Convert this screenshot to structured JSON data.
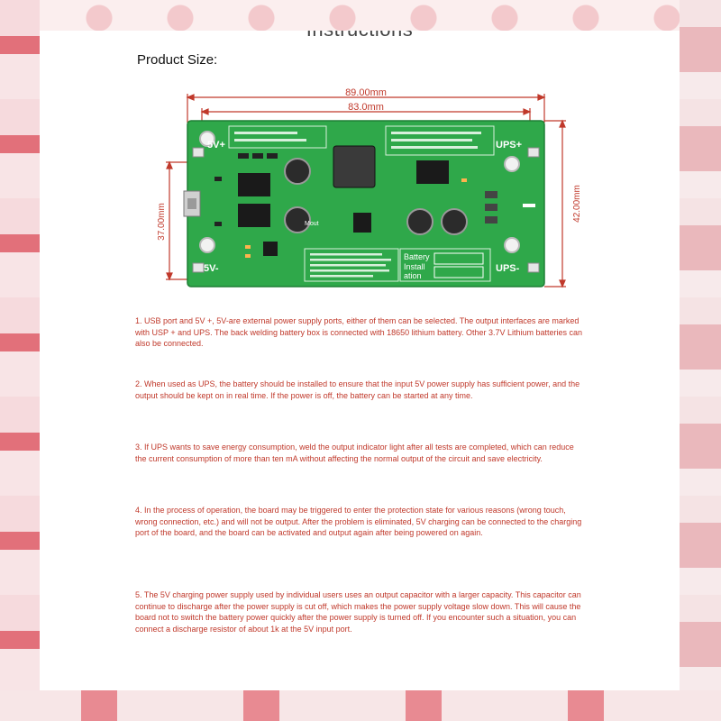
{
  "page": {
    "title": "Instructions",
    "product_size_label": "Product Size:"
  },
  "board": {
    "dim_outer_width": "89.00mm",
    "dim_inner_width": "83.0mm",
    "dim_left_height": "37.00mm",
    "dim_right_height": "42.00mm",
    "label_5v_plus": "5V+",
    "label_5v_minus": "5V-",
    "label_ups_plus": "UPS+",
    "label_ups_minus": "UPS-",
    "label_battery": "Battery",
    "label_install": "Install",
    "label_ation": "ation",
    "label_mout": "Mout",
    "board_color": "#2fa84a",
    "dimension_color": "#c0392b"
  },
  "instructions": [
    "1. USB port and 5V +, 5V-are external power supply ports, either of them can be selected. The output interfaces are marked with USP + and UPS. The back welding battery box is connected with 18650 lithium battery. Other 3.7V Lithium batteries can also be connected.",
    "2. When used as UPS, the battery should be installed to ensure that the input 5V power supply has sufficient power, and the output should be kept on in real time. If the power is off, the battery can be started at any time.",
    "3. If UPS wants to save energy consumption, weld the output indicator light after all tests are completed, which can reduce the current consumption of more than ten mA without affecting the normal output of the circuit and save electricity.",
    "4. In the process of operation, the board may be triggered to enter the protection state for various reasons (wrong touch, wrong connection, etc.) and will not be output. After the problem is eliminated, 5V charging can be connected to the charging port of the board, and the board can be activated and output again after being powered on again.",
    "5. The 5V charging power supply used by individual users uses an output capacitor with a larger capacity. This capacitor can continue to discharge after the power supply is cut off, which makes the power supply voltage slow down. This will cause the board not to switch the battery power quickly after the power supply is turned off. If you encounter such a situation, you can connect a discharge resistor of about 1k at the 5V input port."
  ]
}
